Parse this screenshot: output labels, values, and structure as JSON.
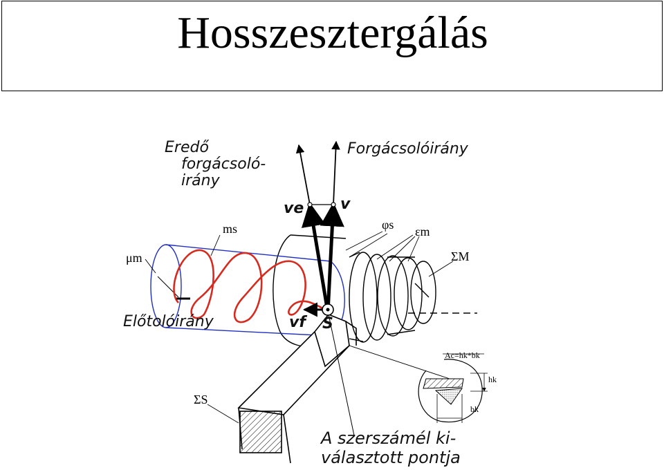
{
  "title": "Hosszesztergálás",
  "labels": {
    "resultant_direction": [
      "Eredő",
      "forgácsoló-",
      "irány"
    ],
    "cutting_direction": "Forgácsolóirány",
    "ve": "ve",
    "v": "v",
    "ms": "ms",
    "phi_s": "φs",
    "epsilon_m": "εm",
    "mu_m": "μm",
    "sigma_M": "ΣM",
    "feed_direction": "Előtolóirány",
    "vf": "vf",
    "s": "S",
    "ac_formula": "Ac=hk*bk",
    "hk": "hk",
    "bk": "bk",
    "sigma_S": "ΣS",
    "tool_point": [
      "A szerszámél ki-",
      "választott pontja"
    ]
  },
  "colors": {
    "outline": "#000000",
    "surface_circle": "#1f2fbf",
    "chip_spiral": "#d62a1e"
  }
}
